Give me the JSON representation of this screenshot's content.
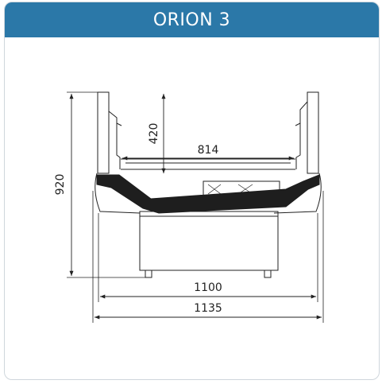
{
  "header": {
    "title": "ORION 3"
  },
  "colors": {
    "header_bg": "#2b78a8",
    "ink": "#1e1e1e",
    "frame": "#cfd6dc"
  },
  "dimensions": {
    "height_total": "920",
    "height_upper": "420",
    "width_inner": "814",
    "width_body": "1100",
    "width_overall": "1135"
  }
}
